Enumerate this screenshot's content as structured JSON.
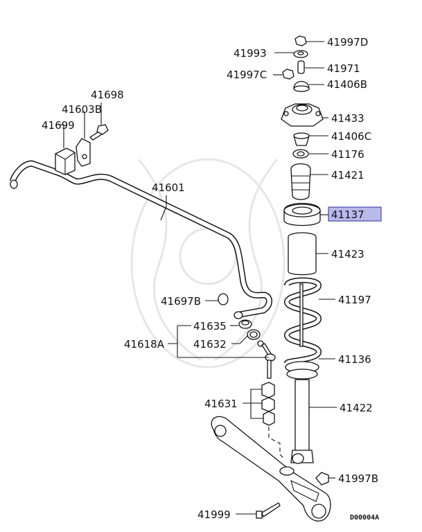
{
  "diagram": {
    "highlight_color": "#b9b9ec",
    "highlight_border": "#2b2b9a",
    "diagram_code": "D00004A",
    "callouts": [
      {
        "key": "p41997D",
        "label": "41997D"
      },
      {
        "key": "p41993",
        "label": "41993"
      },
      {
        "key": "p41971",
        "label": "41971"
      },
      {
        "key": "p41997C",
        "label": "41997C"
      },
      {
        "key": "p41406B",
        "label": "41406B"
      },
      {
        "key": "p41698",
        "label": "41698"
      },
      {
        "key": "p41603B",
        "label": "41603B"
      },
      {
        "key": "p41433",
        "label": "41433"
      },
      {
        "key": "p41699",
        "label": "41699"
      },
      {
        "key": "p41406C",
        "label": "41406C"
      },
      {
        "key": "p41176",
        "label": "41176"
      },
      {
        "key": "p41421",
        "label": "41421"
      },
      {
        "key": "p41601",
        "label": "41601"
      },
      {
        "key": "p41137",
        "label": "41137",
        "highlighted": true
      },
      {
        "key": "p41423",
        "label": "41423"
      },
      {
        "key": "p41197",
        "label": "41197"
      },
      {
        "key": "p41697B",
        "label": "41697B"
      },
      {
        "key": "p41635",
        "label": "41635"
      },
      {
        "key": "p41618A",
        "label": "41618A"
      },
      {
        "key": "p41632",
        "label": "41632"
      },
      {
        "key": "p41136",
        "label": "41136"
      },
      {
        "key": "p41631",
        "label": "41631"
      },
      {
        "key": "p41422",
        "label": "41422"
      },
      {
        "key": "p41997B",
        "label": "41997B"
      },
      {
        "key": "p41999",
        "label": "41999"
      }
    ]
  }
}
